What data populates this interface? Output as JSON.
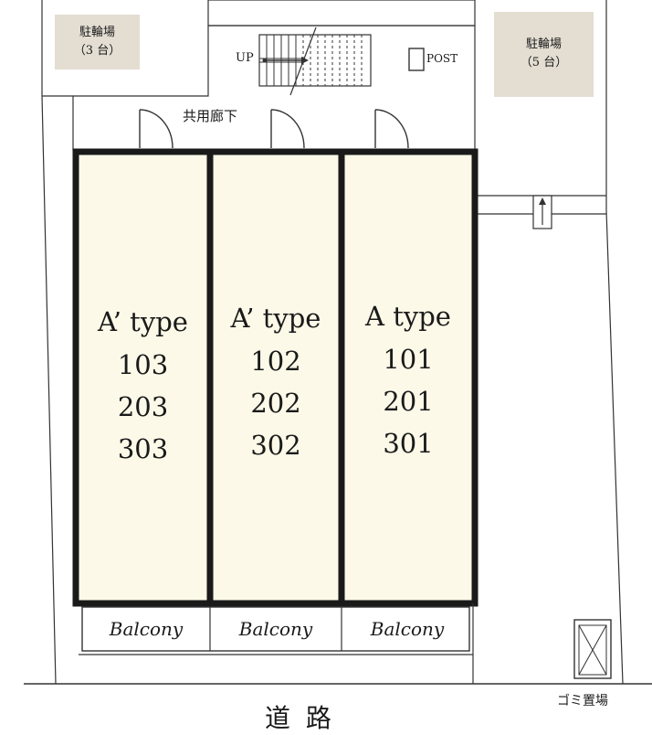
{
  "parking_left": {
    "name": "駐輪場",
    "capacity": "（3 台）"
  },
  "parking_right": {
    "name": "駐輪場",
    "capacity": "（5 台）"
  },
  "stairs_label": "UP",
  "post_label": "POST",
  "corridor_label": "共用廊下",
  "units": [
    {
      "type": "A’ type",
      "rooms": [
        "103",
        "203",
        "303"
      ]
    },
    {
      "type": "A’ type",
      "rooms": [
        "102",
        "202",
        "302"
      ]
    },
    {
      "type": "A type",
      "rooms": [
        "101",
        "201",
        "301"
      ]
    }
  ],
  "balcony_label": "Balcony",
  "garbage_label": "ゴミ置場",
  "road_label": "道 路",
  "colors": {
    "unit_fill": "#fcf9e8",
    "parking_fill": "#e3ddd2",
    "wall": "#1a1a1a"
  }
}
